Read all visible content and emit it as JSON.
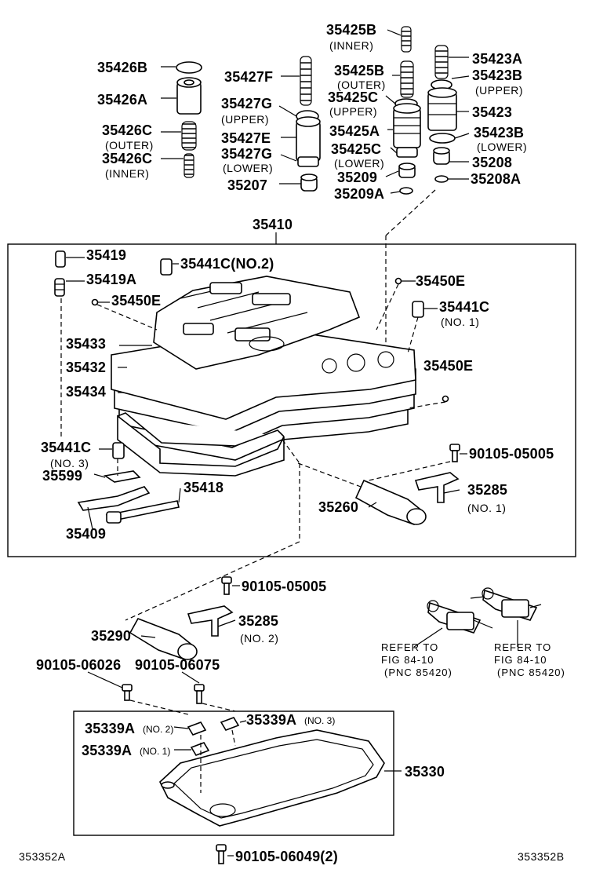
{
  "labels": {
    "p35425B": "35425B",
    "inner1": "(INNER)",
    "p35426B": "35426B",
    "p35427F": "35427F",
    "p35425B2": "35425B",
    "outer1": "(OUTER)",
    "p35423A": "35423A",
    "p35423B": "35423B",
    "upper1": "(UPPER)",
    "p35426A": "35426A",
    "p35425C": "35425C",
    "upper2": "(UPPER)",
    "p35427G": "35427G",
    "upper3": "(UPPER)",
    "p35423": "35423",
    "p35426C": "35426C",
    "outer2": "(OUTER)",
    "p35427E": "35427E",
    "p35425A": "35425A",
    "p35423B2": "35423B",
    "lower1": "(LOWER)",
    "p35426C2": "35426C",
    "inner2": "(INNER)",
    "p35427G2": "35427G",
    "lower2": "(LOWER)",
    "p35425C2": "35425C",
    "lower3": "(LOWER)",
    "p35208": "35208",
    "p35207": "35207",
    "p35209": "35209",
    "p35209A": "35209A",
    "p35208A": "35208A",
    "p35410": "35410",
    "p35419": "35419",
    "p35441C_no2": "35441C(NO.2)",
    "p35419A": "35419A",
    "p35450E_a": "35450E",
    "p35450E_b": "35450E",
    "p35441C": "35441C",
    "no1a": "(NO. 1)",
    "p35433": "35433",
    "p35432": "35432",
    "p35434": "35434",
    "p35450E_c": "35450E",
    "p35441C_3": "35441C",
    "no3": "(NO. 3)",
    "p90105_05005a": "90105-05005",
    "p35599": "35599",
    "p35418": "35418",
    "p35285": "35285",
    "no1b": "(NO. 1)",
    "p35260": "35260",
    "p35409": "35409",
    "p90105_05005b": "90105-05005",
    "p35285b": "35285",
    "no2": "(NO. 2)",
    "p35290": "35290",
    "refer1": "REFER TO",
    "fig1": "FIG 84-10",
    "pnc1": "(PNC 85420)",
    "refer2": "REFER TO",
    "fig2": "FIG 84-10",
    "pnc2": "(PNC 85420)",
    "p90105_06026": "90105-06026",
    "p90105_06075": "90105-06075",
    "p35339A_a": "35339A",
    "n2": "(NO. 2)",
    "p35339A_b": "35339A",
    "n3": "(NO. 3)",
    "p35339A_c": "35339A",
    "n1": "(NO. 1)",
    "p35330": "35330",
    "p90105_06049": "90105-06049(2)",
    "code_left": "353352A",
    "code_right": "353352B"
  }
}
